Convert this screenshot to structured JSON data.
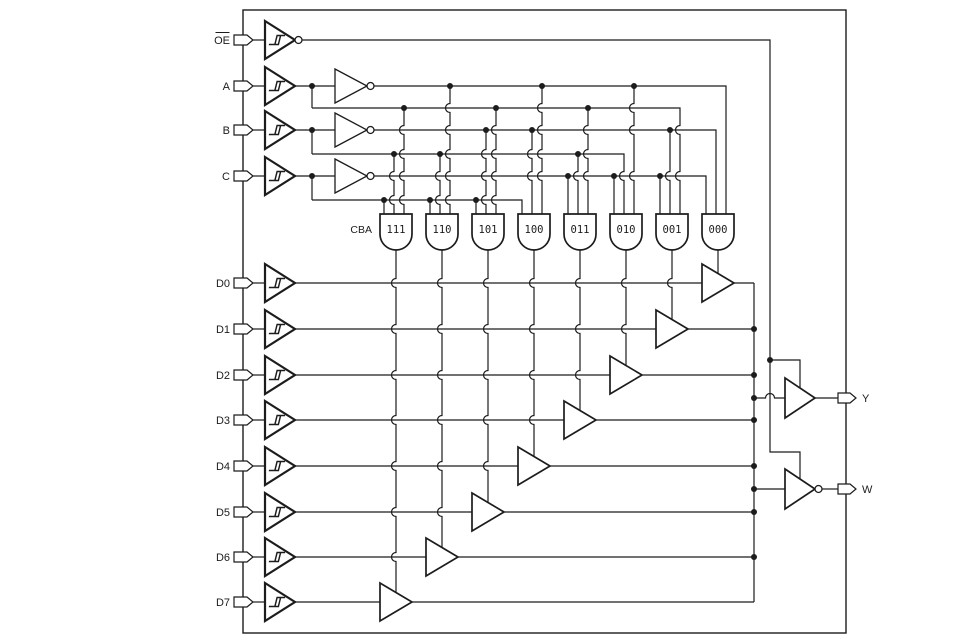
{
  "colors": {
    "line": "#1c1c1c",
    "background": "#ffffff"
  },
  "inputs": {
    "select": [
      {
        "label": "OE",
        "overline": true
      },
      {
        "label": "A"
      },
      {
        "label": "B"
      },
      {
        "label": "C"
      }
    ],
    "data": [
      {
        "label": "D0"
      },
      {
        "label": "D1"
      },
      {
        "label": "D2"
      },
      {
        "label": "D3"
      },
      {
        "label": "D4"
      },
      {
        "label": "D5"
      },
      {
        "label": "D6"
      },
      {
        "label": "D7"
      }
    ]
  },
  "decoder": {
    "row_label": "CBA",
    "gates": [
      {
        "label": "111"
      },
      {
        "label": "110"
      },
      {
        "label": "101"
      },
      {
        "label": "100"
      },
      {
        "label": "011"
      },
      {
        "label": "010"
      },
      {
        "label": "001"
      },
      {
        "label": "000"
      }
    ]
  },
  "outputs": [
    {
      "label": "Y"
    },
    {
      "label": "W"
    }
  ]
}
